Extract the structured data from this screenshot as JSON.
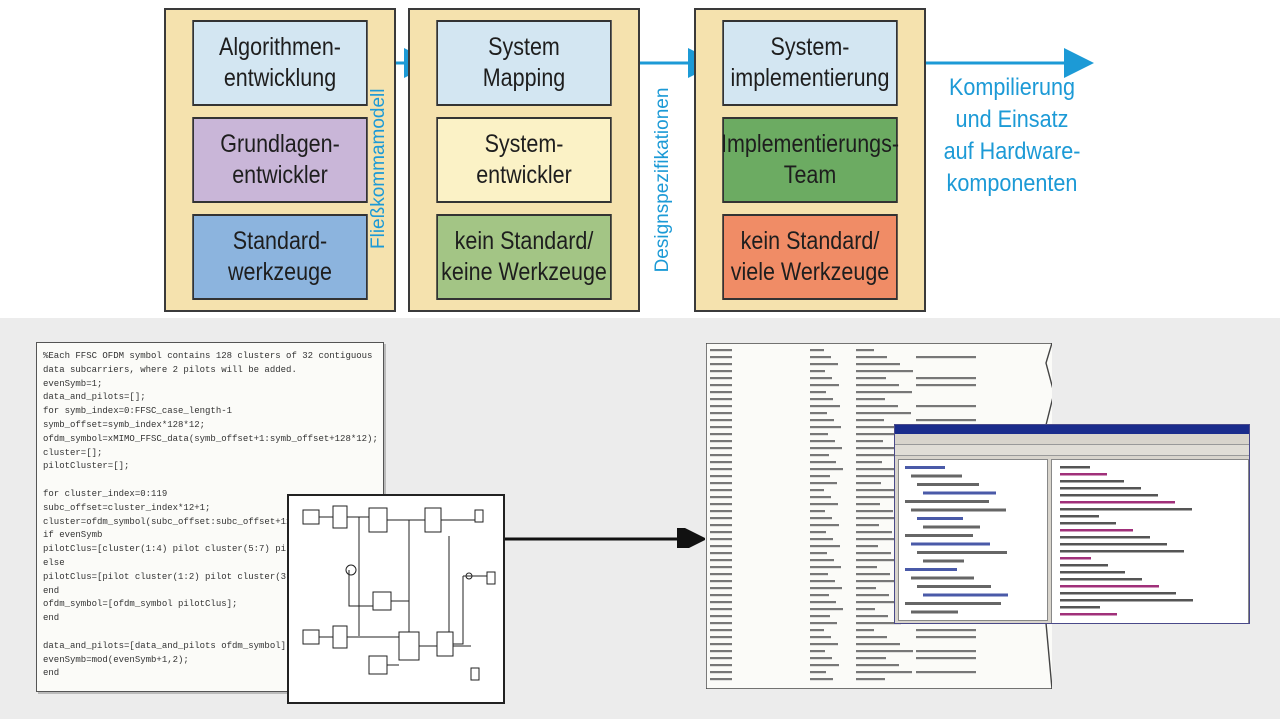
{
  "columns": [
    {
      "top": {
        "text": "Algorithmen-\nentwicklung",
        "color": "#d3e6f2"
      },
      "middle": {
        "text": "Grundlagen-\nentwickler",
        "color": "#c9b6d8"
      },
      "bottom": {
        "text": "Standard-\nwerkzeuge",
        "color": "#8cb4de"
      }
    },
    {
      "top": {
        "text": "System\nMapping",
        "color": "#d3e6f2"
      },
      "middle": {
        "text": "System-\nentwickler",
        "color": "#fbf2c6"
      },
      "bottom": {
        "text": "kein Standard/\nkeine Werkzeuge",
        "color": "#a3c585"
      }
    },
    {
      "top": {
        "text": "System-\nimplementierung",
        "color": "#d3e6f2"
      },
      "middle": {
        "text": "Implementierungs-\nTeam",
        "color": "#6cab62"
      },
      "bottom": {
        "text": "kein Standard/\nviele Werkzeuge",
        "color": "#f08c66"
      }
    }
  ],
  "arrow_labels": [
    "Fließkommamodell",
    "Designspezifikationen"
  ],
  "final_label": "Kompilierung\nund Einsatz\nauf Hardware-\nkomponenten",
  "colors": {
    "accent": "#1c9ad6",
    "column_bg": "#f5e2ae"
  },
  "code_lines": [
    "%Each FFSC OFDM symbol contains 128 clusters of 32 contiguous",
    "data subcarriers, where 2 pilots will be added.",
    "evenSymb=1;",
    "data_and_pilots=[];",
    "for symb_index=0:FFSC_case_length-1",
    "symb_offset=symb_index*128*12;",
    "ofdm_symbol=xMIMO_FFSC_data(symb_offset+1:symb_offset+128*12);",
    "cluster=[];",
    "pilotCluster=[];",
    "",
    "for cluster_index=0:119",
    "subc_offset=cluster_index*12+1;",
    "cluster=ofdm_symbol(subc_offset:subc_offset+11);",
    "if evenSymb",
    "pilotClus=[cluster(1:4) pilot cluster(5:7) pilot",
    "else",
    "pilotClus=[pilot cluster(1:2) pilot cluster(3:",
    "end",
    "ofdm_symbol=[ofdm_symbol pilotClus];",
    "end",
    "",
    "data_and_pilots=[data_and_pilots ofdm_symbol];",
    "evenSymb=mod(evenSymb+1,2);",
    "end"
  ]
}
